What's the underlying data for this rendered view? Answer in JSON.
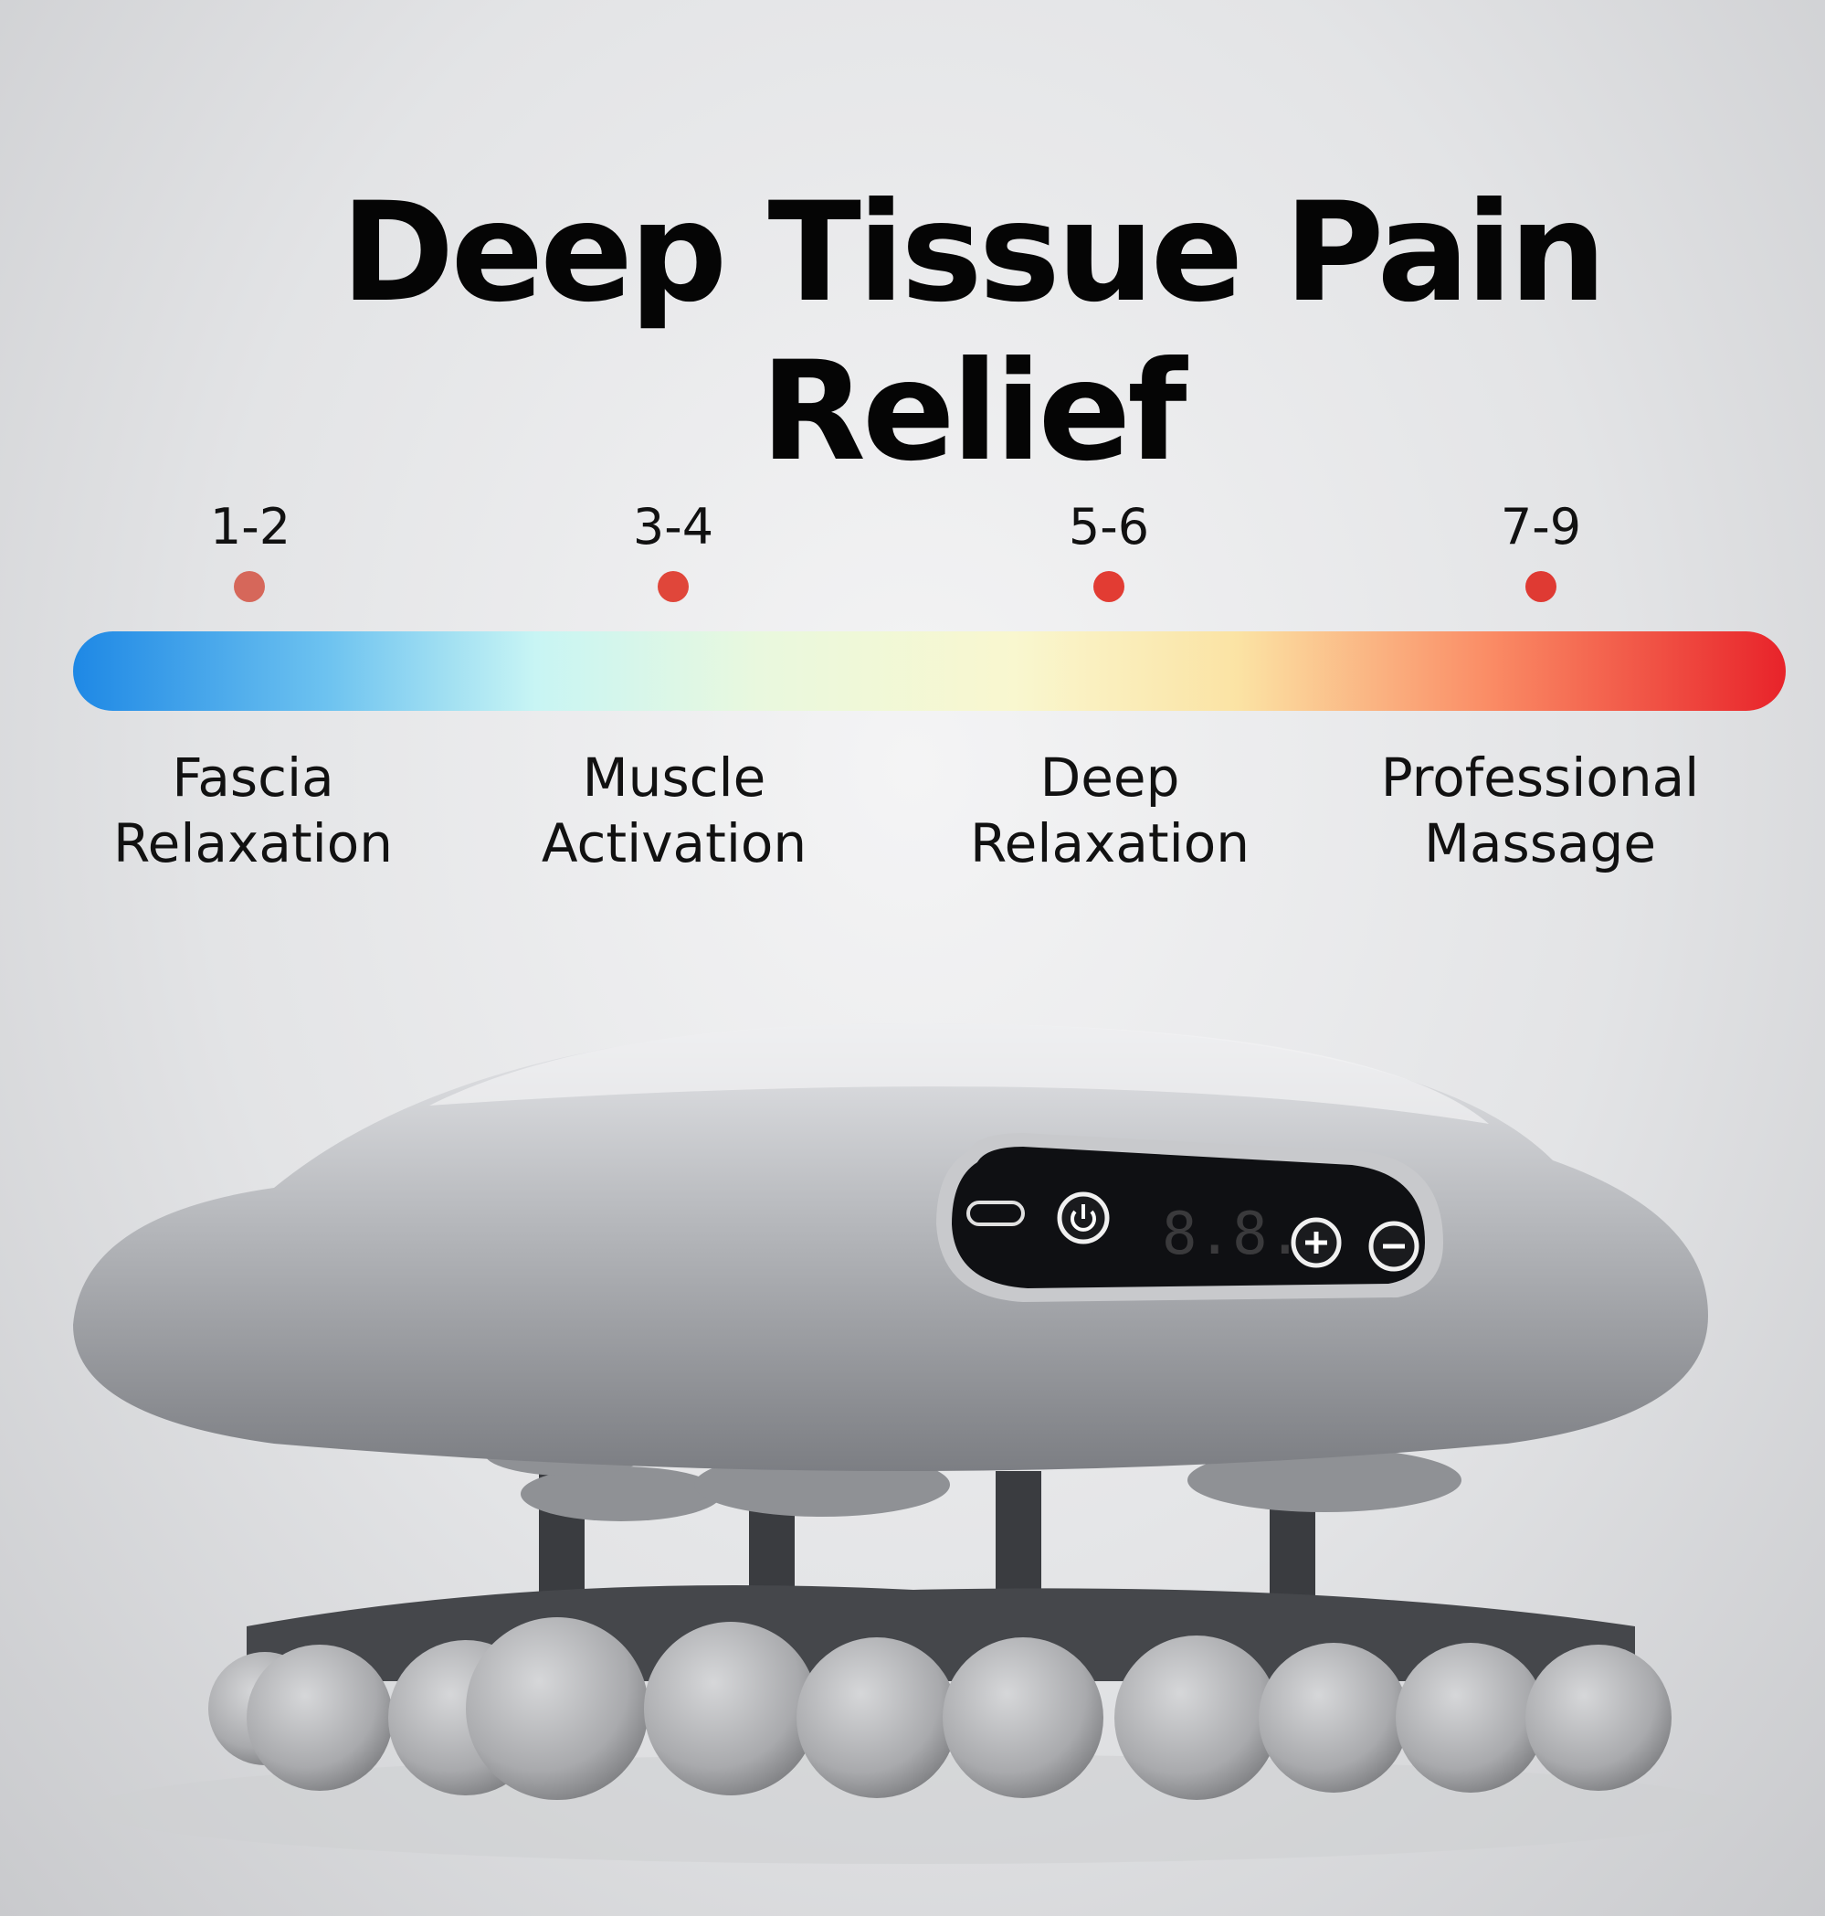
{
  "title": "Deep Tissue Pain Relief",
  "levels": [
    {
      "range": "1-2",
      "line1": "Fascia",
      "line2": "Relaxation",
      "dot_color": "#d6675a"
    },
    {
      "range": "3-4",
      "line1": "Muscle",
      "line2": "Activation",
      "dot_color": "#e0463a"
    },
    {
      "range": "5-6",
      "line1": "Deep",
      "line2": "Relaxation",
      "dot_color": "#e23c33"
    },
    {
      "range": "7-9",
      "line1": "Professional",
      "line2": "Massage",
      "dot_color": "#df3a33"
    }
  ],
  "intensity_bar": {
    "start_color": "#1e88e5",
    "end_color": "#e8232a"
  },
  "device": {
    "display": "8.8.",
    "buttons": [
      "usb-c-port-icon",
      "power-icon",
      "plus-icon",
      "minus-icon"
    ]
  }
}
